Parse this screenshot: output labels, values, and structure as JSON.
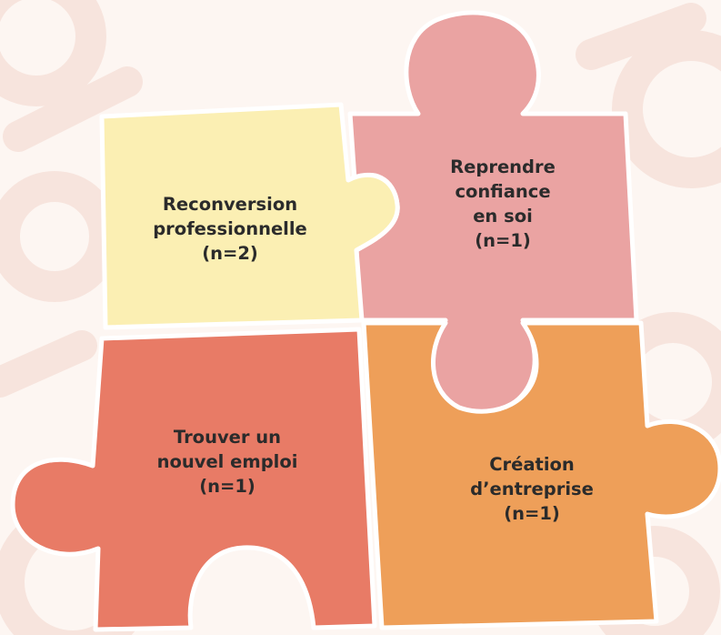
{
  "colors": {
    "background": "#fdf6f2",
    "watermark": "#f7e4dd",
    "yellow_piece": "#fbefb3",
    "pink_piece": "#eaa3a2",
    "red_piece": "#e87b66",
    "orange_piece": "#ee9f59",
    "outline": "#ffffff",
    "text": "#2b2b2b"
  },
  "pieces": [
    {
      "id": "yellow",
      "lines": [
        "Reconversion",
        "professionnelle",
        "(n=2)"
      ]
    },
    {
      "id": "pink",
      "lines": [
        "Reprendre",
        "confiance",
        "en soi",
        "(n=1)"
      ]
    },
    {
      "id": "red",
      "lines": [
        "Trouver un",
        "nouvel emploi",
        "(n=1)"
      ]
    },
    {
      "id": "orange",
      "lines": [
        "Création",
        "d’entreprise",
        "(n=1)"
      ]
    }
  ]
}
